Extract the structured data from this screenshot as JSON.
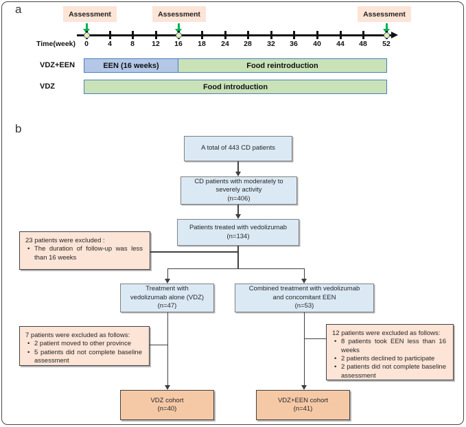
{
  "panels": {
    "a_label": "a",
    "b_label": "b"
  },
  "timeline": {
    "assessments": [
      {
        "label": "Assessment",
        "week": "0"
      },
      {
        "label": "Assessment",
        "week": "16"
      },
      {
        "label": "Assessment",
        "week": "52"
      }
    ],
    "axis_label": "Time(week)",
    "ticks": [
      "0",
      "4",
      "8",
      "12",
      "16",
      "18",
      "24",
      "28",
      "32",
      "36",
      "40",
      "44",
      "48",
      "52"
    ],
    "rows": [
      {
        "label": "VDZ+EEN",
        "segments": [
          {
            "text": "EEN (16 weeks)"
          },
          {
            "text": "Food reintroduction"
          }
        ]
      },
      {
        "label": "VDZ",
        "segments": [
          {
            "text": "Food introduction"
          }
        ]
      }
    ]
  },
  "flowchart": {
    "bullet_char": "•",
    "total_box": {
      "lines": [
        "A total of 443 CD patients"
      ]
    },
    "severity_box": {
      "lines": [
        "CD patients with moderately to",
        "severely activity",
        "(n=406)"
      ]
    },
    "vedolizumab_box": {
      "lines": [
        "Patients treated with vedolizumab",
        "(n=134)"
      ]
    },
    "vdz_box": {
      "lines": [
        "Treatment with",
        "vedolizumab alone (VDZ)",
        "(n=47)"
      ]
    },
    "vdz_een_box": {
      "lines": [
        "Combined treatment with vedolizumab",
        "and concomitant EEN",
        "(n=53)"
      ]
    },
    "excl_followup": {
      "header": "23 patients were excluded :",
      "bullets": [
        "The duration of follow-up was less than 16 weeks"
      ]
    },
    "excl_vdz": {
      "header": "7 patients were excluded as follows:",
      "bullets": [
        "2 patient moved to other province",
        "5 patients did not complete baseline assessment"
      ]
    },
    "excl_vdz_een": {
      "header": "12 patients were excluded as follows:",
      "bullets": [
        "8 patients took EEN less than 16 weeks",
        "2 patients declined to participate",
        "2 patients did not complete baseline assessment"
      ]
    },
    "vdz_cohort_box": {
      "lines": [
        "VDZ cohort",
        "(n=40)"
      ]
    },
    "vdz_een_cohort_box": {
      "lines": [
        "VDZ+EEN cohort",
        "(n=41)"
      ]
    }
  },
  "colors": {
    "assessment_fill": "#fce4d6",
    "arrow_green": "#00b050",
    "marker_fill": "#ffe699",
    "marker_border": "#2e75b6",
    "bar_blue": "#b4c7e7",
    "bar_green": "#c9e2b8",
    "bar_border": "#4a7ebc",
    "flow_blue": "#dbe9f5",
    "flow_peach": "#fce4d6",
    "flow_orange": "#f6c9a6",
    "connector": "#3f3f3f"
  }
}
